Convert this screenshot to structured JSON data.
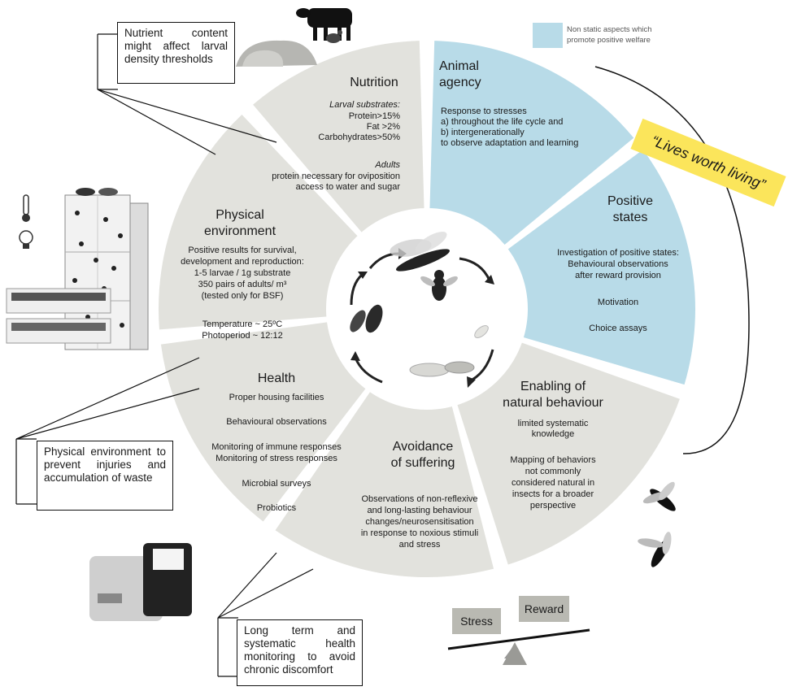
{
  "legend": {
    "color": "#b8dbe8",
    "text_line1": "Non static aspects which",
    "text_line2": "promote positive welfare"
  },
  "badge": {
    "text": "“Lives worth living”",
    "color": "#fbe55b"
  },
  "colors": {
    "segment_grey": "#e2e2dd",
    "segment_blue": "#b8dbe8"
  },
  "segments": {
    "nutrition": {
      "title": "Nutrition",
      "sub1": "Larval substrates:",
      "lines1": [
        "Protein>15%",
        "Fat >2%",
        "Carbohydrates>50%"
      ],
      "sub2": "Adults",
      "lines2": [
        "protein necessary for oviposition",
        "access to water and sugar"
      ]
    },
    "agency": {
      "title_l1": "Animal",
      "title_l2": "agency",
      "lines": [
        "Response to stresses",
        "a)    throughout the life cycle and",
        "b)    intergenerationally",
        "to observe adaptation and learning"
      ]
    },
    "positive": {
      "title_l1": "Positive",
      "title_l2": "states",
      "lines": [
        "Investigation of positive states:",
        "Behavioural observations",
        "after reward provision"
      ],
      "motivation": "Motivation",
      "choice": "Choice assays"
    },
    "natural": {
      "title_l1": "Enabling of",
      "title_l2": "natural behaviour",
      "lines1": [
        "limited systematic",
        "knowledge"
      ],
      "lines2": [
        "Mapping of behaviors",
        "not commonly",
        "considered natural in",
        "insects for a broader",
        "perspective"
      ]
    },
    "suffering": {
      "title_l1": "Avoidance",
      "title_l2": "of suffering",
      "lines": [
        "Observations of non-reflexive",
        "and long-lasting behaviour",
        "changes/neurosensitisation",
        "in response to noxious stimuli",
        "and stress"
      ]
    },
    "health": {
      "title": "Health",
      "items": [
        "Proper housing facilities",
        "Behavioural observations",
        "Monitoring of immune responses",
        "Monitoring of stress responses",
        "Microbial surveys",
        "Probiotics"
      ]
    },
    "physical": {
      "title_l1": "Physical",
      "title_l2": "environment",
      "lines1": [
        "Positive results for survival,",
        "development and reproduction:",
        "1-5 larvae / 1g substrate",
        "350 pairs of adults/ m³",
        "(tested only for BSF)"
      ],
      "lines2": [
        "Temperature ~ 25ºC",
        "Photoperiod ~ 12:12"
      ]
    }
  },
  "callouts": {
    "nutrient": "Nutrient content might affect larval density thresholds",
    "physical": "Physical environment to prevent injuries and accumulation of waste",
    "longterm": "Long term and systematic health monitoring to avoid chronic discomfort"
  },
  "balance": {
    "stress": "Stress",
    "reward": "Reward"
  }
}
